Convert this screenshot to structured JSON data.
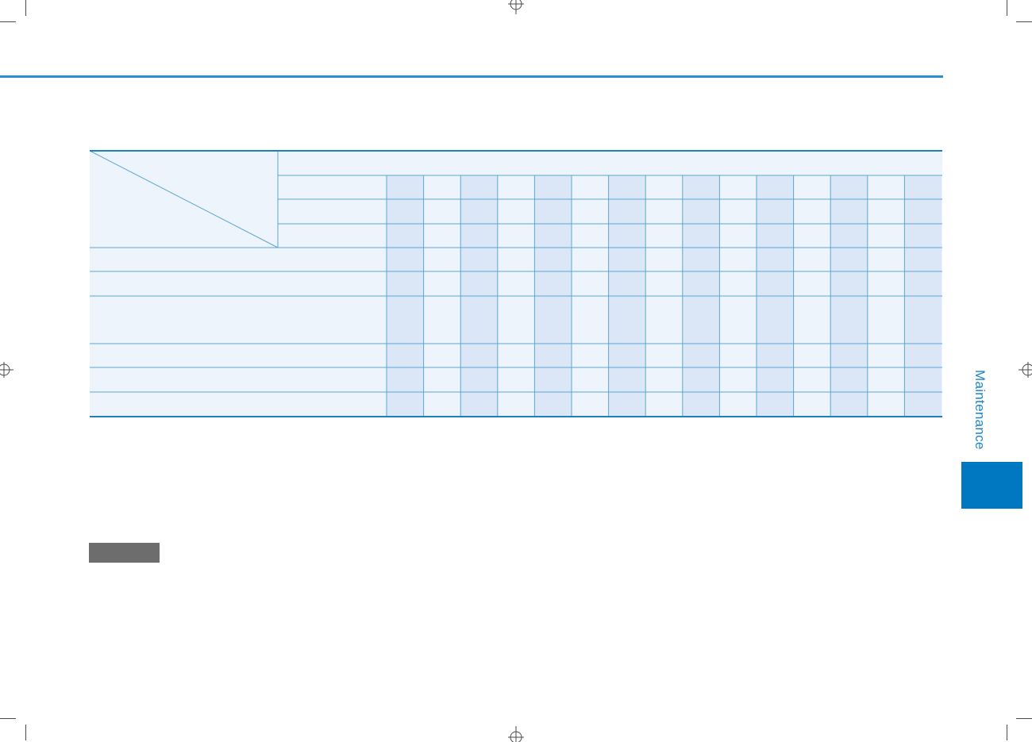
{
  "side_tab": {
    "label": "Maintenance",
    "color": "#0078c1"
  },
  "table": {
    "border_color": "#5ba7d6",
    "outer_rule_color": "#1e7fc0",
    "fill_light": "#eef4fb",
    "fill_shaded": "#dbe7f6",
    "interval_column_count": 15,
    "body_row_count": 6,
    "header_row_count": 3
  },
  "note_badge": {
    "color": "#6d6d6d"
  }
}
